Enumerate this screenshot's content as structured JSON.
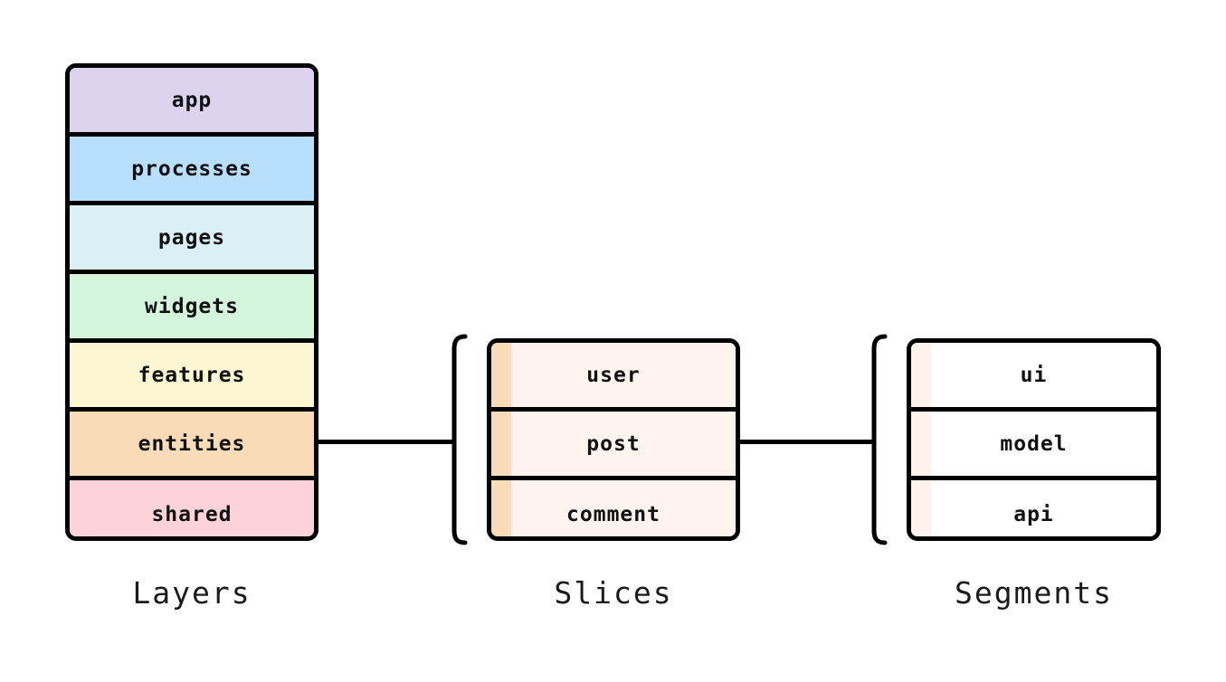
{
  "diagram": {
    "title_visible": false,
    "background": "#ffffff",
    "stroke": "#000000"
  },
  "layers": {
    "caption": "Layers",
    "items": [
      {
        "label": "app",
        "color": "#ddd2f0"
      },
      {
        "label": "processes",
        "color": "#b8dffd"
      },
      {
        "label": "pages",
        "color": "#daf0f5"
      },
      {
        "label": "widgets",
        "color": "#d4f4dc"
      },
      {
        "label": "features",
        "color": "#fcf6d2"
      },
      {
        "label": "entities",
        "color": "#fbdcb8"
      },
      {
        "label": "shared",
        "color": "#fdd2da"
      }
    ]
  },
  "slices": {
    "caption": "Slices",
    "bracket": "left-curly-bracket",
    "stripe_color": "#fbdcb8",
    "body_color": "#fdf4ef",
    "items": [
      {
        "label": "user"
      },
      {
        "label": "post"
      },
      {
        "label": "comment"
      }
    ]
  },
  "segments": {
    "caption": "Segments",
    "bracket": "left-curly-bracket",
    "stripe_color": "#fdf2ec",
    "body_color": "#ffffff",
    "items": [
      {
        "label": "ui"
      },
      {
        "label": "model"
      },
      {
        "label": "api"
      }
    ]
  },
  "connectors": [
    {
      "from": "entities",
      "to": "slices"
    },
    {
      "from": "post",
      "to": "segments"
    }
  ]
}
